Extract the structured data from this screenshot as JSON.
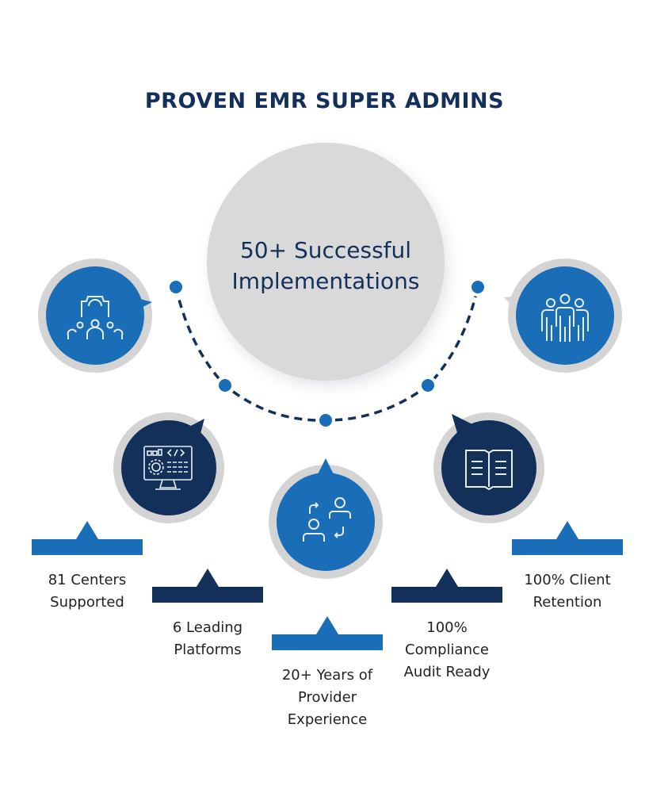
{
  "title": "PROVEN EMR SUPER ADMINS",
  "hero": {
    "line1": "50+ Successful",
    "line2": "Implementations"
  },
  "colors": {
    "navy": "#12305a",
    "blue": "#1a6db7",
    "grey": "#d9d9d9",
    "ring": "#d4d4d4"
  },
  "stats": [
    {
      "icon": "team-gear-icon",
      "lines": [
        "81 Centers",
        "Supported"
      ]
    },
    {
      "icon": "monitor-code-icon",
      "lines": [
        "6 Leading",
        "Platforms"
      ]
    },
    {
      "icon": "people-exchange-icon",
      "lines": [
        "20+ Years of",
        "Provider",
        "Experience"
      ]
    },
    {
      "icon": "open-book-icon",
      "lines": [
        "100%",
        "Compliance",
        "Audit Ready"
      ]
    },
    {
      "icon": "group-people-icon",
      "lines": [
        "100% Client",
        "Retention"
      ]
    }
  ]
}
